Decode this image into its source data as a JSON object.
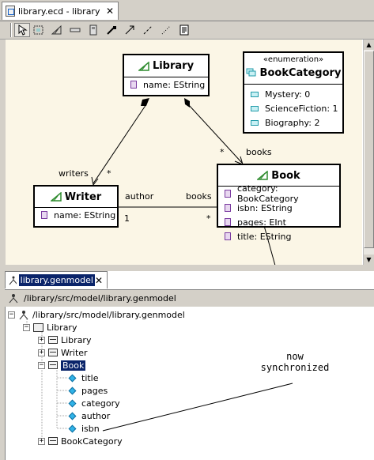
{
  "editor": {
    "tab_title": "library.ecd - library",
    "close_glyph": "✕"
  },
  "toolbar": {
    "tools": [
      "select-tool",
      "marquee-tool",
      "eclass-tool",
      "eattribute-tool",
      "epackage-tool",
      "reference-tool",
      "aggregation-tool",
      "dashed-line-tool",
      "dotted-line-tool",
      "note-tool"
    ]
  },
  "diagram": {
    "library": {
      "name": "Library",
      "attrs": [
        "name: EString"
      ]
    },
    "category": {
      "stereotype": "«enumeration»",
      "name": "BookCategory",
      "literals": [
        "Mystery: 0",
        "ScienceFiction: 1",
        "Biography: 2"
      ]
    },
    "writer": {
      "name": "Writer",
      "attrs": [
        "name: EString"
      ]
    },
    "book": {
      "name": "Book",
      "attrs": [
        "category: BookCategory",
        "isbn: EString",
        "pages: EInt",
        "title: EString"
      ]
    },
    "labels": {
      "writers": "writers",
      "writers_mult": "*",
      "books_top": "books",
      "books_top_mult": "*",
      "author": "author",
      "author_mult": "1",
      "books_bottom": "books",
      "books_bottom_mult": "*"
    }
  },
  "genmodel": {
    "tab_title": "library.genmodel",
    "close_glyph": "✕",
    "path": "/library/src/model/library.genmodel",
    "tree": {
      "root": "/library/src/model/library.genmodel",
      "package": "Library",
      "classes": [
        "Library",
        "Writer",
        "Book"
      ],
      "book_features": [
        "title",
        "pages",
        "category",
        "author",
        "isbn"
      ],
      "enum": "BookCategory"
    }
  },
  "annotation": {
    "line1": "now",
    "line2": "synchronized"
  },
  "colors": {
    "canvas": "#fbf6e6",
    "chrome": "#d4d0c8",
    "selection": "#0a246a",
    "eclass_green": "#2e8b2e"
  }
}
